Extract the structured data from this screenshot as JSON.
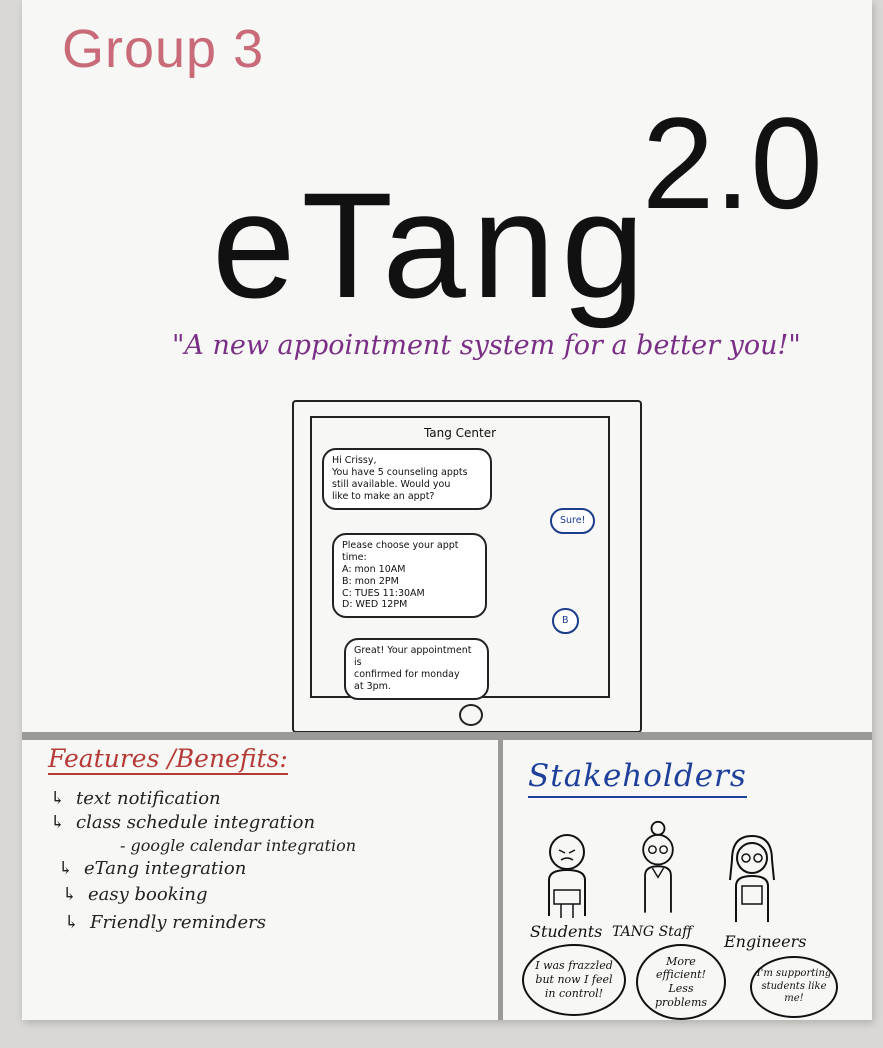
{
  "group_label": "Group 3",
  "title": {
    "main": "eTang",
    "version": "2.0"
  },
  "tagline": "\"A new appointment system for a better you!\"",
  "tablet": {
    "header": "Tang Center",
    "messages": [
      {
        "from": "system",
        "text": "Hi Crissy,\nYou have 5 counseling appts\nstill available. Would you\nlike to make an appt?"
      },
      {
        "from": "user",
        "text": "Sure!"
      },
      {
        "from": "system",
        "text": "Please choose your appt time:\nA: mon 10AM\nB: mon 2PM\nC: TUES 11:30AM\nD: WED 12PM"
      },
      {
        "from": "user",
        "text": "B"
      },
      {
        "from": "system",
        "text": "Great! Your appointment is\nconfirmed for monday\nat 3pm."
      }
    ]
  },
  "features": {
    "title": "Features /Benefits:",
    "items": [
      "text notification",
      "class schedule integration",
      "- google calendar integration",
      "eTang integration",
      "easy booking",
      "Friendly reminders"
    ]
  },
  "stakeholders": {
    "title": "Stakeholders",
    "groups": [
      {
        "label": "Students",
        "quote": "I was frazzled\nbut now I feel\nin control!"
      },
      {
        "label": "TANG Staff",
        "quote": "More\nefficient!\nLess\nproblems"
      },
      {
        "label": "Engineers",
        "quote": "I'm supporting\nstudents like\nme!"
      }
    ]
  },
  "colors": {
    "group_label": "#c96a78",
    "tagline": "#7a2f86",
    "features_title": "#b53a36",
    "stakeholders_title": "#1e3f9a",
    "user_bubble": "#1c3d8a"
  }
}
